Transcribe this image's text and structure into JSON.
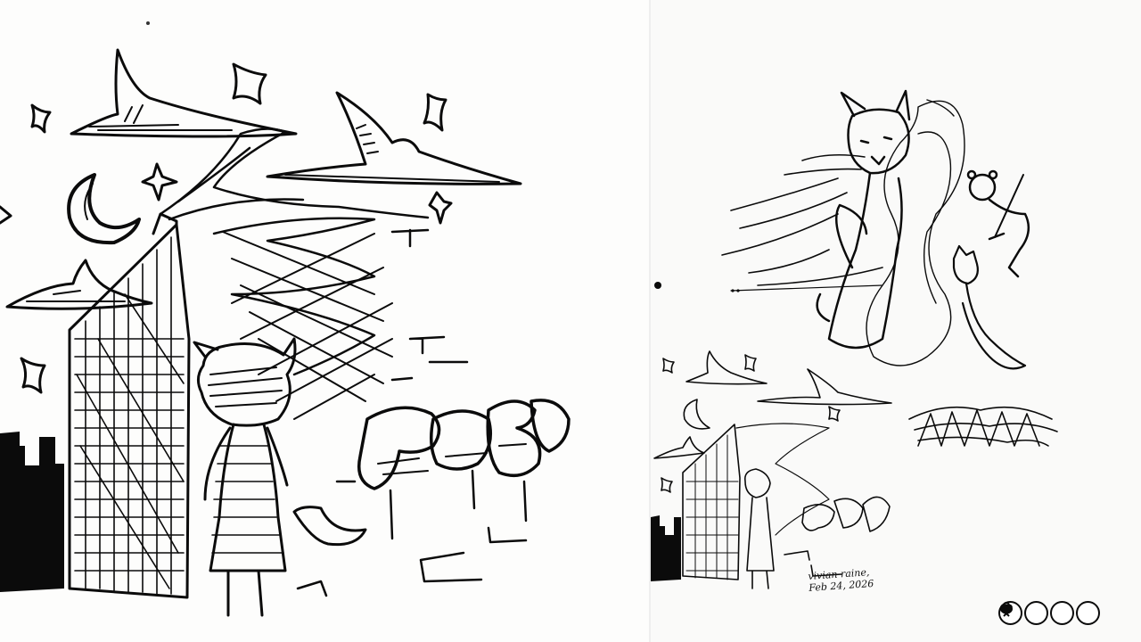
{
  "artwork": {
    "left_panel": {
      "graffiti_text": "BUSH"
    },
    "right_panel": {
      "signature_line1": "vivian raine,",
      "signature_line2": "Feb 24, 2026"
    }
  },
  "reactions": [
    {
      "icon": "figure-icon"
    },
    {
      "icon": "blush-face-icon"
    },
    {
      "icon": "smile-face-icon"
    },
    {
      "icon": "heart-icon"
    }
  ],
  "colors": {
    "ink": "#0b0b0b",
    "paper": "#fdfdfc"
  }
}
